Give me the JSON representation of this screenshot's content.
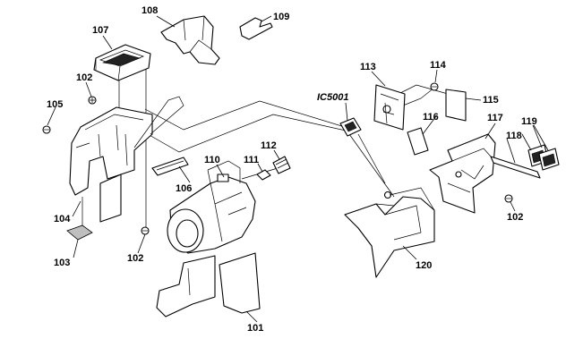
{
  "callouts": {
    "c101": "101",
    "c102a": "102",
    "c102b": "102",
    "c102c": "102",
    "c103": "103",
    "c104": "104",
    "c105": "105",
    "c106": "106",
    "c107": "107",
    "c108": "108",
    "c109": "109",
    "c110": "110",
    "c111": "111",
    "c112": "112",
    "c113": "113",
    "c114": "114",
    "c115": "115",
    "c116": "116",
    "c117": "117",
    "c118": "118",
    "c119": "119",
    "c120": "120",
    "ic5001": "IC5001"
  }
}
